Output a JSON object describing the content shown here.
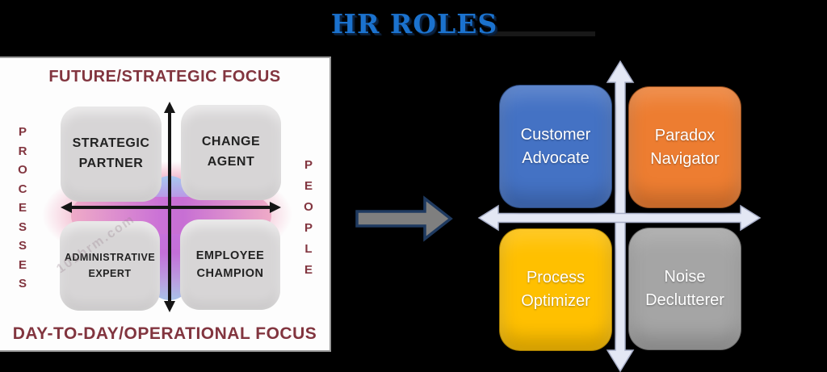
{
  "title": {
    "text": "HR ROLES",
    "color": "#1B72CE"
  },
  "left_panel": {
    "top_label": "FUTURE/STRATEGIC FOCUS",
    "bottom_label": "DAY-TO-DAY/OPERATIONAL FOCUS",
    "left_axis_label": "PROCESSES",
    "right_axis_label": "PEOPLE",
    "watermark": "101hrm.com",
    "text_color": "#82353F",
    "box_color": "#D7D5D6",
    "quadrants": [
      {
        "label": "STRATEGIC PARTNER"
      },
      {
        "label": "CHANGE AGENT"
      },
      {
        "label": "ADMINISTRATIVE EXPERT"
      },
      {
        "label": "EMPLOYEE CHAMPION"
      }
    ]
  },
  "right_panel": {
    "quadrants": [
      {
        "label": "Customer Advocate",
        "color": "#4472C4"
      },
      {
        "label": "Paradox Navigator",
        "color": "#ED7D31"
      },
      {
        "label": "Process Optimizer",
        "color": "#FFC000"
      },
      {
        "label": "Noise Declutterer",
        "color": "#A5A5A5"
      }
    ]
  }
}
